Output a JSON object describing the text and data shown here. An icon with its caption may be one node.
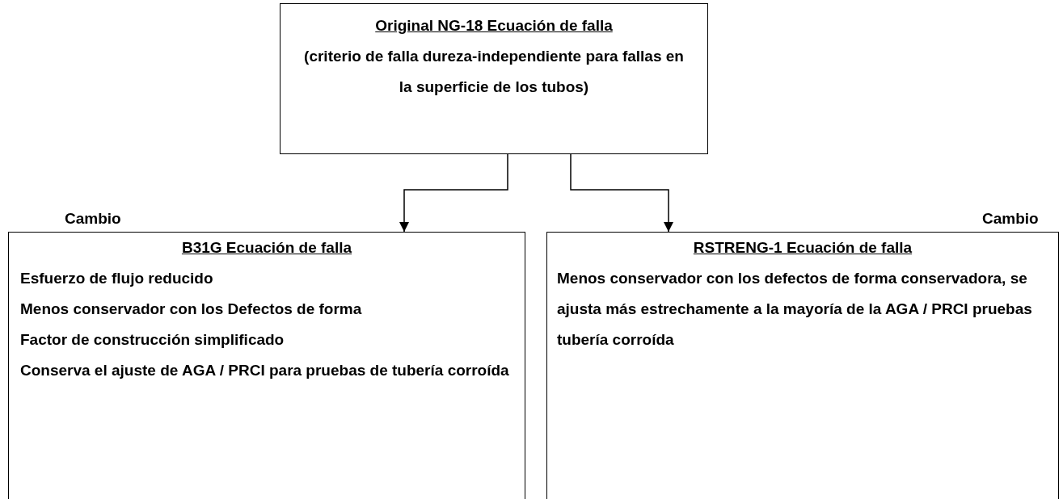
{
  "diagram": {
    "nodes": [
      {
        "text": [
          "Original NG-18 Ecuación de falla",
          "(criterio de falla dureza-independiente para fallas en la superficie de los tubos)"
        ]
      },
      {
        "text": [
          "B31G Ecuación de falla",
          "Esfuerzo de flujo reducido",
          "Menos conservador con los Defectos de forma",
          "Factor de construcción simplificado",
          "Conserva el ajuste de AGA / PRCI para pruebas de tubería corroída"
        ]
      },
      {
        "text": [
          "RSTRENG-1 Ecuación de falla",
          "Menos conservador con los defectos de forma conservadora, se ajusta más estrechamente a la mayoría de la AGA / PRCI pruebas tubería corroída"
        ]
      }
    ],
    "edges": [
      {
        "from": 0,
        "to": 1,
        "arrow": "to"
      },
      {
        "from": 0,
        "to": 2,
        "arrow": "to"
      }
    ],
    "labels": [
      "Cambio",
      "Cambio"
    ]
  }
}
